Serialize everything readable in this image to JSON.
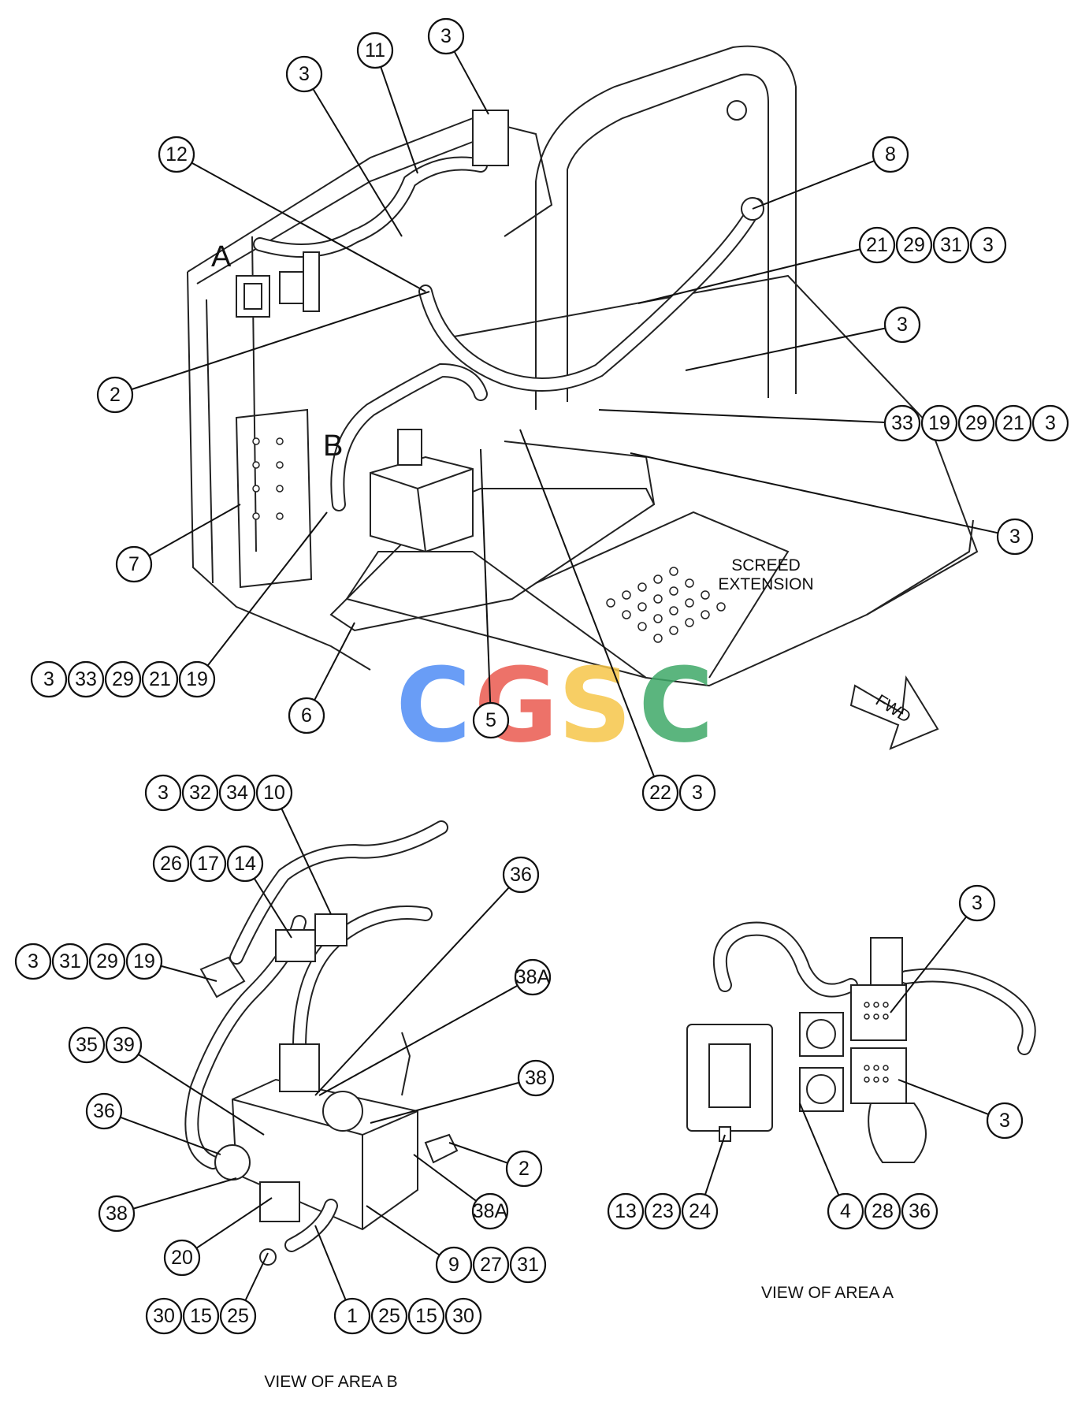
{
  "view_labels": {
    "area_a_marker": "A",
    "area_b_marker": "B",
    "screed": [
      "SCREED",
      "EXTENSION"
    ],
    "fwd": "FWD",
    "view_a": "VIEW OF AREA  A",
    "view_b": "VIEW OF AREA  B"
  },
  "watermark": {
    "letters": [
      "C",
      "G",
      "S",
      "C"
    ],
    "colors": [
      "#4f8df5",
      "#ea5a4f",
      "#f6c64a",
      "#3fa968"
    ]
  },
  "callouts": {
    "main": [
      [
        "3"
      ],
      [
        "11"
      ],
      [
        "3"
      ],
      [
        "12"
      ],
      [
        "8"
      ],
      [
        "21",
        "29",
        "31",
        "3"
      ],
      [
        "3"
      ],
      [
        "2"
      ],
      [
        "33",
        "19",
        "29",
        "21",
        "3"
      ],
      [
        "3"
      ],
      [
        "7"
      ],
      [
        "3",
        "33",
        "29",
        "21",
        "19"
      ],
      [
        "6"
      ],
      [
        "5"
      ],
      [
        "22",
        "3"
      ]
    ],
    "area_b": [
      [
        "3",
        "32",
        "34",
        "10"
      ],
      [
        "26",
        "17",
        "14"
      ],
      [
        "36"
      ],
      [
        "3",
        "31",
        "29",
        "19"
      ],
      [
        "38A"
      ],
      [
        "35",
        "39"
      ],
      [
        "38"
      ],
      [
        "36"
      ],
      [
        "2"
      ],
      [
        "38"
      ],
      [
        "38A"
      ],
      [
        "20"
      ],
      [
        "9",
        "27",
        "31"
      ],
      [
        "30",
        "15",
        "25"
      ],
      [
        "1",
        "25",
        "15",
        "30"
      ]
    ],
    "area_a": [
      [
        "3"
      ],
      [
        "3"
      ],
      [
        "13",
        "23",
        "24"
      ],
      [
        "4",
        "28",
        "36"
      ]
    ]
  }
}
